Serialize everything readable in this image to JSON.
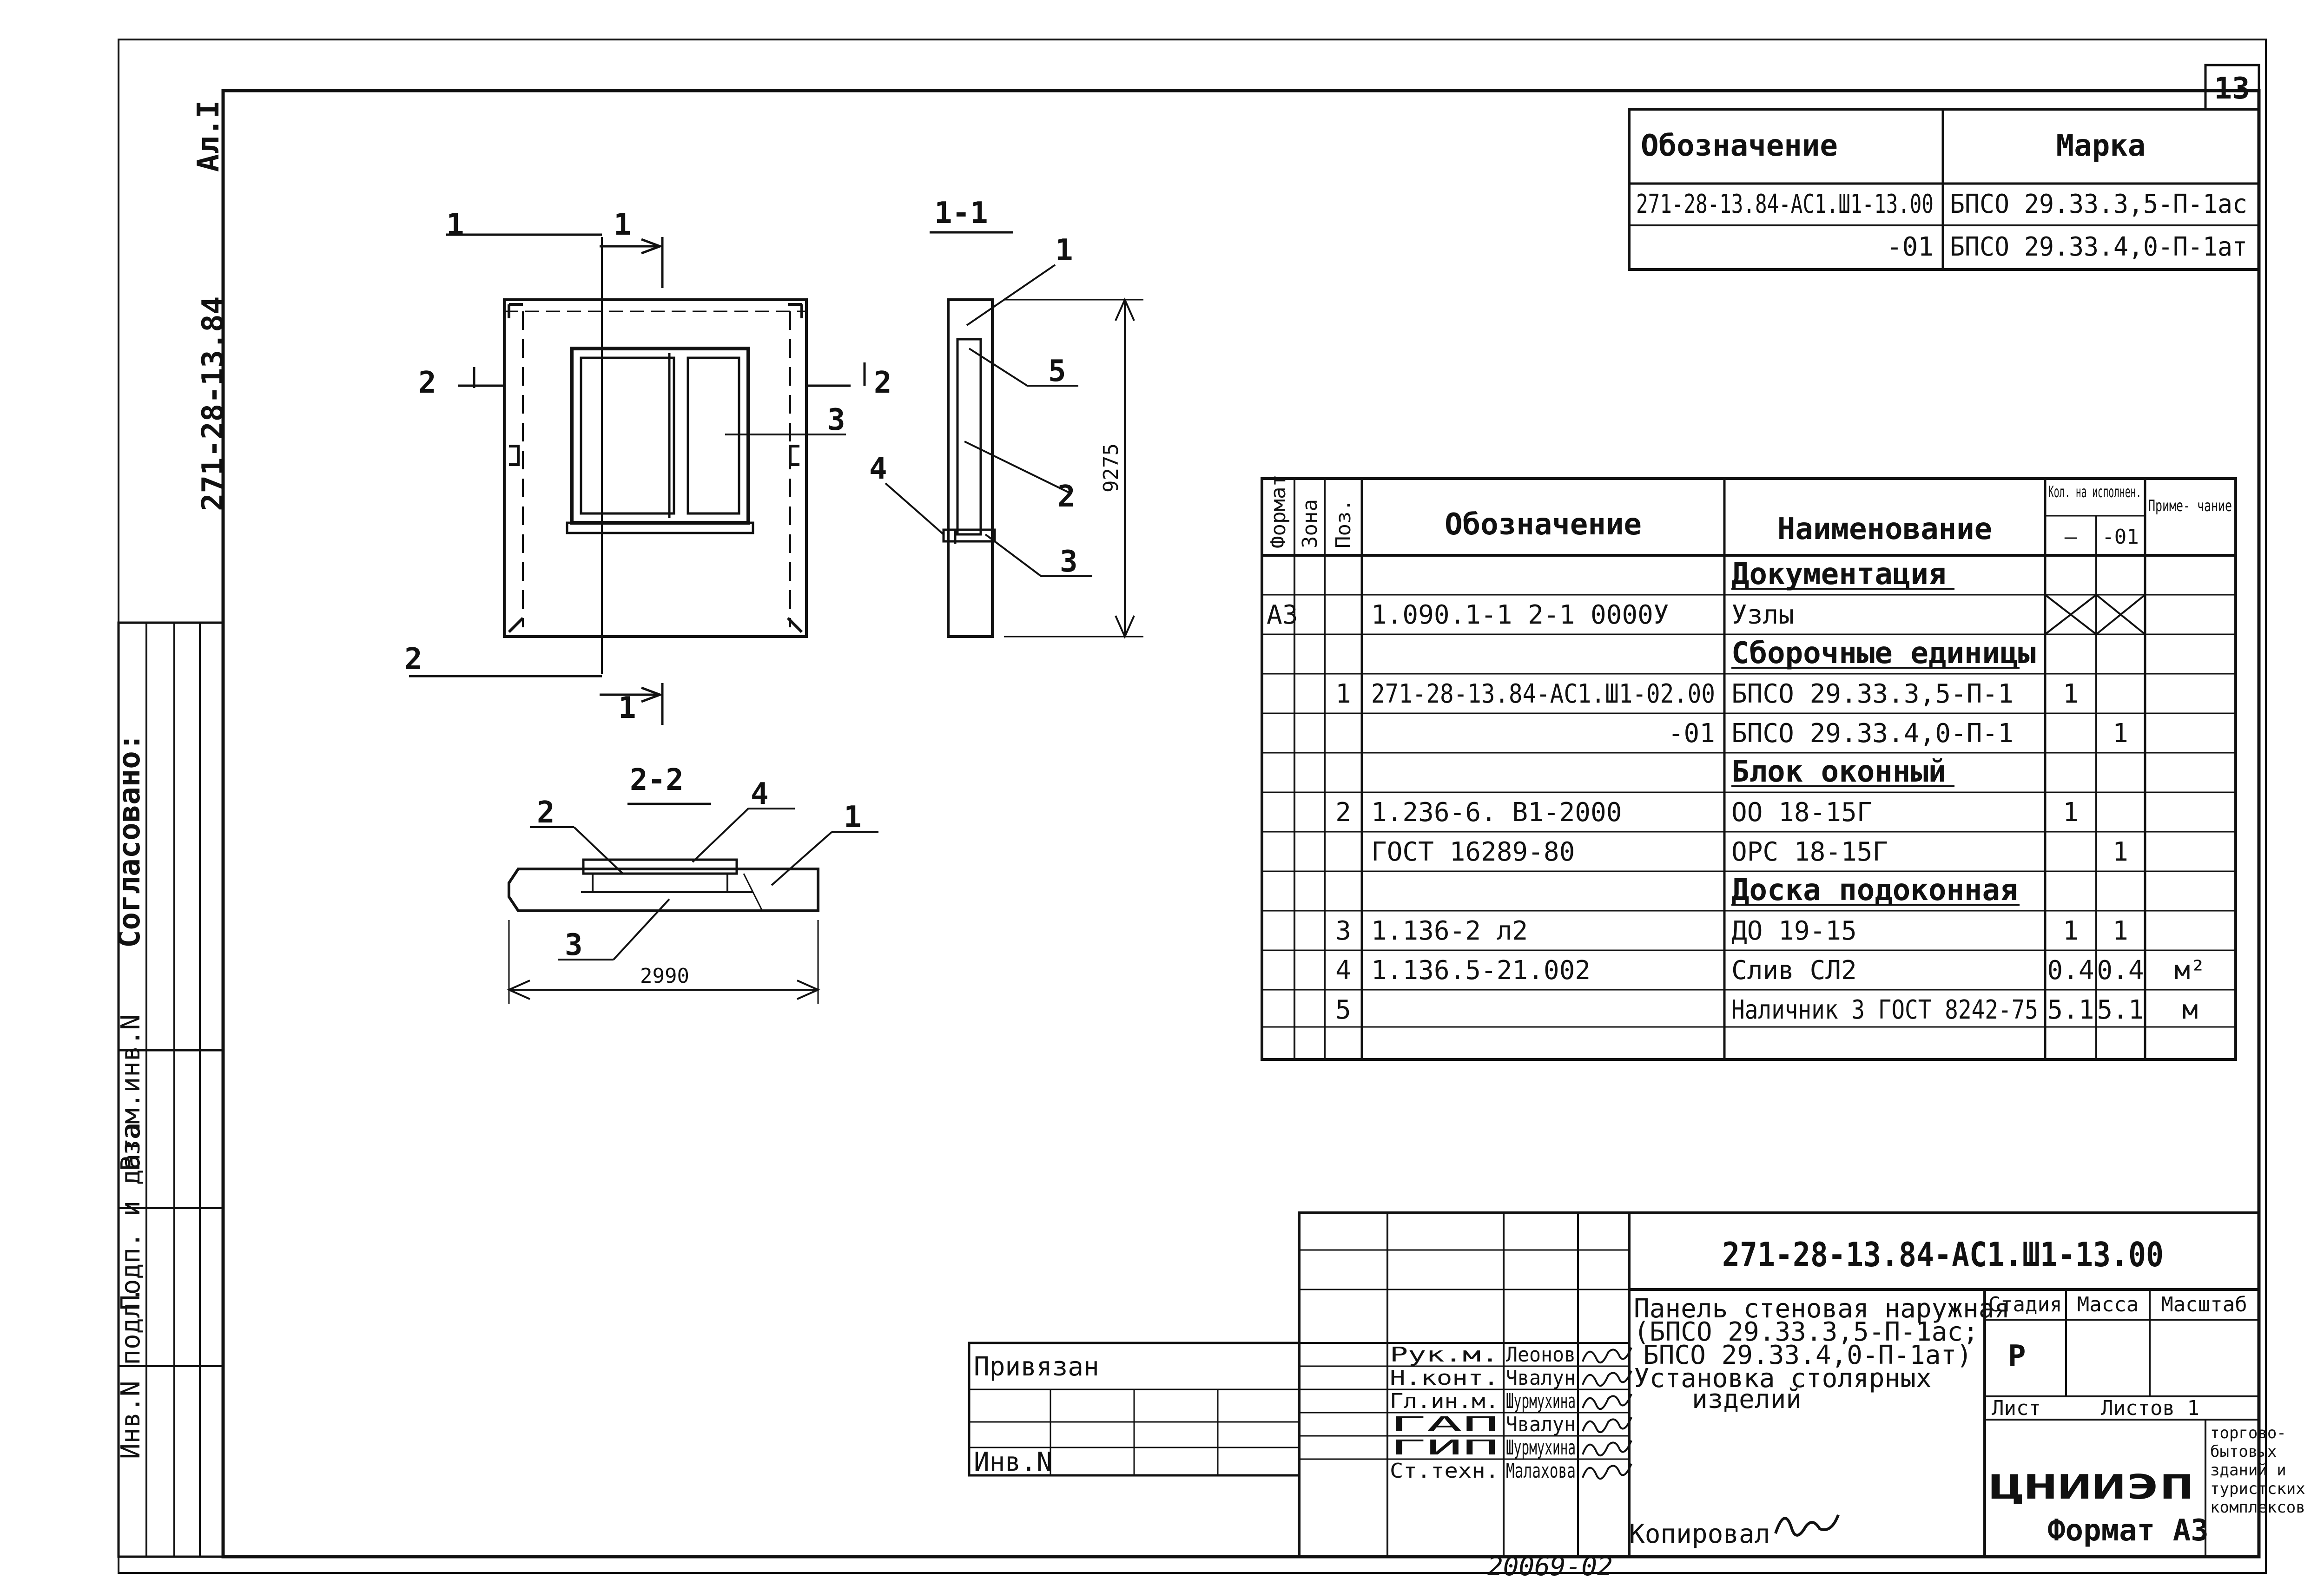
{
  "sheet": {
    "page_number": "13",
    "format_label": "Формат А3",
    "copied_label": "Копировал",
    "archive_number": "20069-02",
    "left_sheet_label": "Ал.I",
    "left_code": "271-28-13.84",
    "agreed_label": "Согласовано:",
    "side_stamp_labels": [
      "Инв.N подл.",
      "Подп. и дата",
      "Взам.инв.N"
    ]
  },
  "marks_table": {
    "header_designation": "Обозначение",
    "header_mark": "Марка",
    "rows": [
      {
        "designation": "271-28-13.84-АС1.Ш1-13.00",
        "mark": "БПСО 29.33.3,5-П-1ас"
      },
      {
        "designation": "-01",
        "mark": "БПСО 29.33.4,0-П-1ат"
      }
    ]
  },
  "drawing": {
    "section_1_title": "1-1",
    "section_2_title": "2-2",
    "cut_1": "1",
    "cut_2": "2",
    "callouts": [
      "1",
      "2",
      "3",
      "4",
      "5"
    ],
    "dim_height": "9275",
    "dim_width": "2990"
  },
  "spec_table": {
    "headers": {
      "format": "Формат",
      "zone": "Зона",
      "pos": "Поз.",
      "designation": "Обозначение",
      "name": "Наименование",
      "qty": "Кол. на исполнен.",
      "qty_base": "—",
      "qty_01": "-01",
      "note": "Приме- чание"
    },
    "rows": [
      {
        "format": "",
        "pos": "",
        "designation": "",
        "name": "Документация",
        "q1": "",
        "q2": "",
        "note": "",
        "heading": true
      },
      {
        "format": "А3",
        "pos": "",
        "designation": "1.090.1-1 2-1 0000У",
        "name": "Узлы",
        "q1": "",
        "q2": "",
        "note": "",
        "cross": true
      },
      {
        "format": "",
        "pos": "",
        "designation": "",
        "name": "Сборочные единицы",
        "q1": "",
        "q2": "",
        "note": "",
        "heading": true
      },
      {
        "format": "",
        "pos": "1",
        "designation": "271-28-13.84-АС1.Ш1-02.00",
        "name": "БПСО 29.33.3,5-П-1",
        "q1": "1",
        "q2": "",
        "note": ""
      },
      {
        "format": "",
        "pos": "",
        "designation": "-01",
        "name": "БПСО 29.33.4,0-П-1",
        "q1": "",
        "q2": "1",
        "note": ""
      },
      {
        "format": "",
        "pos": "",
        "designation": "",
        "name": "Блок оконный",
        "q1": "",
        "q2": "",
        "note": "",
        "heading": true
      },
      {
        "format": "",
        "pos": "2",
        "designation": "1.236-6. В1-2000",
        "name": "ОО 18-15Г",
        "q1": "1",
        "q2": "",
        "note": ""
      },
      {
        "format": "",
        "pos": "",
        "designation": "ГОСТ 16289-80",
        "name": "ОРС 18-15Г",
        "q1": "",
        "q2": "1",
        "note": ""
      },
      {
        "format": "",
        "pos": "",
        "designation": "",
        "name": "Доска подоконная",
        "q1": "",
        "q2": "",
        "note": "",
        "heading": true
      },
      {
        "format": "",
        "pos": "3",
        "designation": "1.136-2 л2",
        "name": "ДО 19-15",
        "q1": "1",
        "q2": "1",
        "note": ""
      },
      {
        "format": "",
        "pos": "4",
        "designation": "1.136.5-21.002",
        "name": "Слив СЛ2",
        "q1": "0.4",
        "q2": "0.4",
        "note": "м²"
      },
      {
        "format": "",
        "pos": "5",
        "designation": "",
        "name": "Наличник 3 ГОСТ 8242-75",
        "q1": "5.1",
        "q2": "5.1",
        "note": "м"
      }
    ]
  },
  "title_block": {
    "document_code": "271-28-13.84-АС1.Ш1-13.00",
    "title_lines": [
      "Панель стеновая наружная",
      "(БПСО 29.33.3,5-П-1ас;",
      "БПСО 29.33.4,0-П-1ат)",
      "Установка столярных",
      "изделий"
    ],
    "stage_label": "Стадия",
    "mass_label": "Масса",
    "scale_label": "Масштаб",
    "stage_value": "Р",
    "sheet_label": "Лист",
    "sheets_label": "Листов 1",
    "org_name": "ЦНИИЭП",
    "org_subtitle": [
      "торгово-",
      "бытовых",
      "зданий и",
      "туристских",
      "комплексов"
    ],
    "bound_label": "Привязан",
    "inv_label": "Инв.N",
    "signatories": [
      {
        "role": "Рук.м.",
        "name": "Леонов"
      },
      {
        "role": "Н.конт.",
        "name": "Чвалун"
      },
      {
        "role": "Гл.ин.м.",
        "name": "Шурмухина"
      },
      {
        "role": "ГАП",
        "name": "Чвалун"
      },
      {
        "role": "ГИП",
        "name": "Шурмухина"
      },
      {
        "role": "Ст.техн.",
        "name": "Малахова"
      }
    ]
  }
}
